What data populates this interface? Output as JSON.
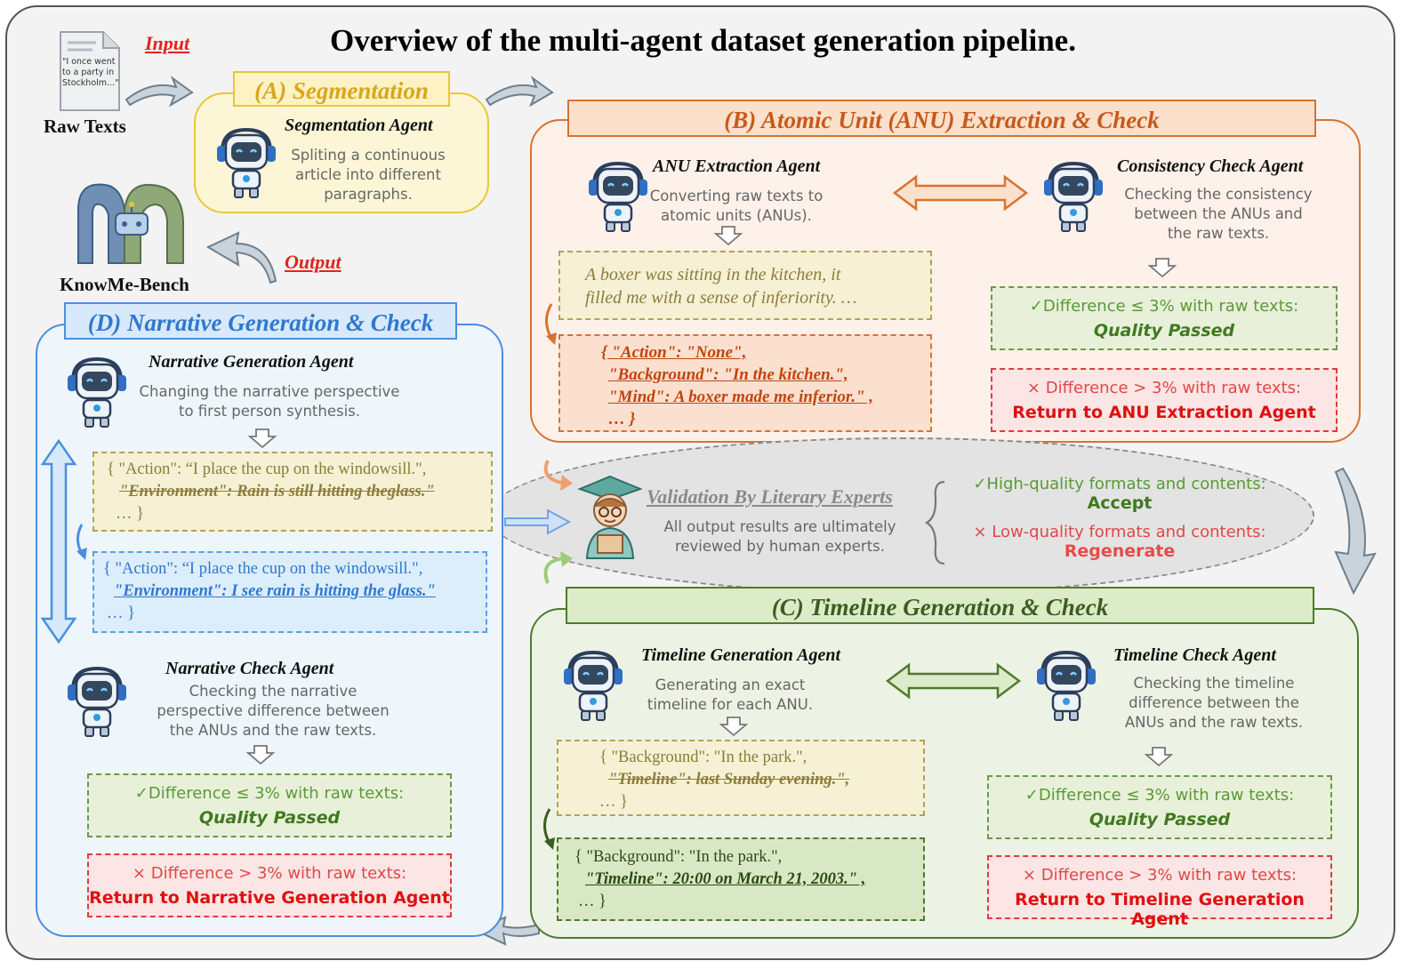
{
  "title": "Overview of the multi-agent dataset generation pipeline.",
  "input_label": "Input",
  "output_label": "Output",
  "raw_texts": {
    "label": "Raw Texts",
    "doc_lines": [
      "\"I once went",
      "to a party in",
      "Stockholm...\""
    ]
  },
  "knowme": {
    "label": "KnowMe-Bench"
  },
  "segmentation": {
    "header": "(A) Segmentation",
    "agent": "Segmentation Agent",
    "desc": [
      "Spliting a continuous",
      "article into different",
      "paragraphs."
    ]
  },
  "anu": {
    "header": "(B) Atomic Unit (ANU)  Extraction & Check",
    "extract_agent": "ANU Extraction Agent",
    "extract_desc": [
      "Converting raw texts to",
      "atomic units (ANUs)."
    ],
    "check_agent": "Consistency Check Agent",
    "check_desc": [
      "Checking the consistency",
      "between the ANUs and",
      "the raw texts."
    ],
    "raw_example": [
      "A boxer  was sitting in the kitchen, it",
      "filled me with a sense of inferiority. …"
    ],
    "json_lines": [
      "{ \"Action\": \"None\",",
      "\"Background\": \"In the kitchen.\",",
      "\"Mind\": A boxer made me inferior.\" ,",
      "… }"
    ],
    "pass_text": "✓Difference ≤ 3% with raw texts:",
    "pass_result": "Quality Passed",
    "fail_text": "× Difference > 3% with raw texts:",
    "fail_result": "Return to ANU Extraction Agent"
  },
  "validation": {
    "title": "Validation By Literary Experts",
    "desc": [
      "All output results are ultimately",
      "reviewed by human experts."
    ],
    "good_text": "✓High-quality formats and contents:",
    "good_result": "Accept",
    "bad_text": "× Low-quality formats and contents:",
    "bad_result": "Regenerate"
  },
  "narrative": {
    "header": "(D) Narrative Generation & Check",
    "gen_agent": "Narrative Generation Agent",
    "gen_desc": [
      "Changing the narrative perspective",
      "to first person synthesis."
    ],
    "before_lines": [
      "{ \"Action\": “I place the cup on the windowsill.\",",
      "\"Environment\": Rain is still hitting theglass.\"",
      "… }"
    ],
    "after_lines": [
      "{ \"Action\":  “I place the cup on the windowsill.\",",
      "\"Environment\": I see rain is hitting the glass.\"",
      "… }"
    ],
    "check_agent": "Narrative Check Agent",
    "check_desc": [
      "Checking the narrative",
      "perspective difference between",
      "the ANUs and the raw texts."
    ],
    "pass_text": "✓Difference ≤ 3% with raw texts:",
    "pass_result": "Quality Passed",
    "fail_text": "× Difference > 3% with raw texts:",
    "fail_result": "Return to Narrative Generation Agent"
  },
  "timeline": {
    "header": "(C) Timeline Generation & Check",
    "gen_agent": "Timeline Generation Agent",
    "gen_desc": [
      "Generating an exact",
      "timeline for each ANU."
    ],
    "check_agent": "Timeline Check Agent",
    "check_desc": [
      "Checking the timeline",
      "difference between the",
      "ANUs and the raw texts."
    ],
    "before_lines": [
      "{ \"Background\": \"In the park.\",",
      "\"Timeline\": last Sunday evening.\",",
      "… }"
    ],
    "after_lines": [
      "{ \"Background\": \"In the park.\",",
      "\"Timeline\": 20:00 on March 21, 2003.\" ,",
      "… }"
    ],
    "pass_text": "✓Difference ≤ 3% with raw texts:",
    "pass_result": "Quality Passed",
    "fail_text": "× Difference > 3% with raw texts:",
    "fail_result": "Return to Timeline Generation Agent"
  },
  "icons": {
    "robot": "robot-agent-icon",
    "expert": "literary-expert-icon",
    "document": "document-icon",
    "logo": "knowme-bench-logo-icon"
  },
  "colors": {
    "segmentation": "#e8c638",
    "anu": "#d9722f",
    "narrative": "#4a8fe0",
    "timeline": "#4f7a2e",
    "pass": "#5a9a35",
    "fail": "#e01010",
    "input_output": "#e2231a"
  }
}
